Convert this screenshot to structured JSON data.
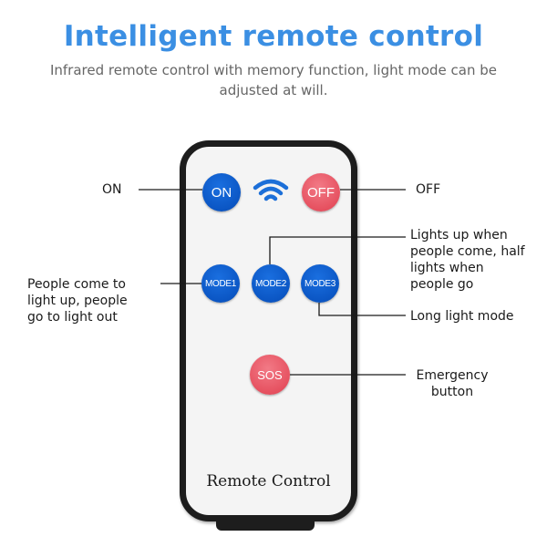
{
  "header": {
    "title": "Intelligent remote control",
    "subtitle": "Infrared remote control with memory function, light mode can be adjusted at will."
  },
  "remote": {
    "label": "Remote Control",
    "buttons": {
      "on": "ON",
      "off": "OFF",
      "mode1": "MODE1",
      "mode2": "MODE2",
      "mode3": "MODE3",
      "sos": "SOS"
    }
  },
  "callouts": {
    "on": "ON",
    "off": "OFF",
    "mode1": "People come to\nlight up, people\ngo to light out",
    "mode2": "Lights up when\npeople come, half\nlights when\npeople go",
    "mode3": "Long light mode",
    "sos": "Emergency\nbutton"
  },
  "colors": {
    "title": "#3b8fe3",
    "blue_button": "#0b56c4",
    "red_button": "#e65160",
    "remote_body": "#f4f4f4",
    "remote_frame": "#1d1d1d"
  },
  "icons": {
    "signal": "wifi-signal-icon"
  }
}
